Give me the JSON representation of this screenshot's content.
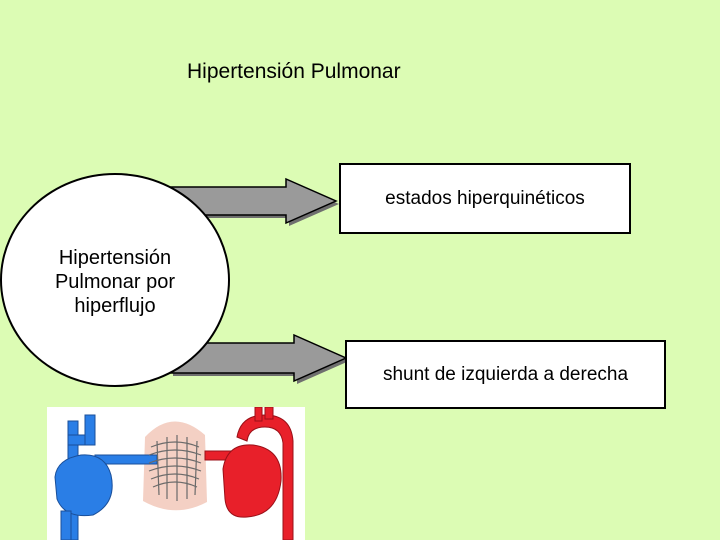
{
  "title": "Hipertensión Pulmonar",
  "central_node": {
    "line1": "Hipertensión",
    "line2": "Pulmonar por",
    "line3": "hiperflujo"
  },
  "outcomes": [
    {
      "label": "estados hiperquinéticos"
    },
    {
      "label": "shunt de izquierda a derecha"
    }
  ],
  "colors": {
    "background": "#dcfcb4",
    "arrow_fill": "#9a9a9a",
    "oxygenated": "#e8202a",
    "deoxygenated": "#2a7ee6"
  }
}
